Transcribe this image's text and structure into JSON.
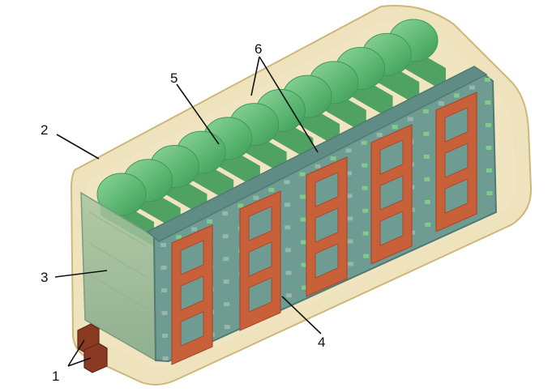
{
  "colors": {
    "housing_fill": "#ead9a8",
    "housing_stroke": "#cdb879",
    "cell_green": "#5db873",
    "cell_green_dark": "#3d9a56",
    "cell_green_light": "#8fd49b",
    "frame_teal": "#6f9c92",
    "frame_teal_dark": "#4f7a72",
    "busbar_orange": "#c8603a",
    "busbar_orange_dark": "#a9492a",
    "terminal_brown": "#8a3a22",
    "leader_line": "#111111"
  },
  "callouts": [
    {
      "label": "1"
    },
    {
      "label": "2"
    },
    {
      "label": "3"
    },
    {
      "label": "4"
    },
    {
      "label": "5"
    },
    {
      "label": "6"
    }
  ]
}
